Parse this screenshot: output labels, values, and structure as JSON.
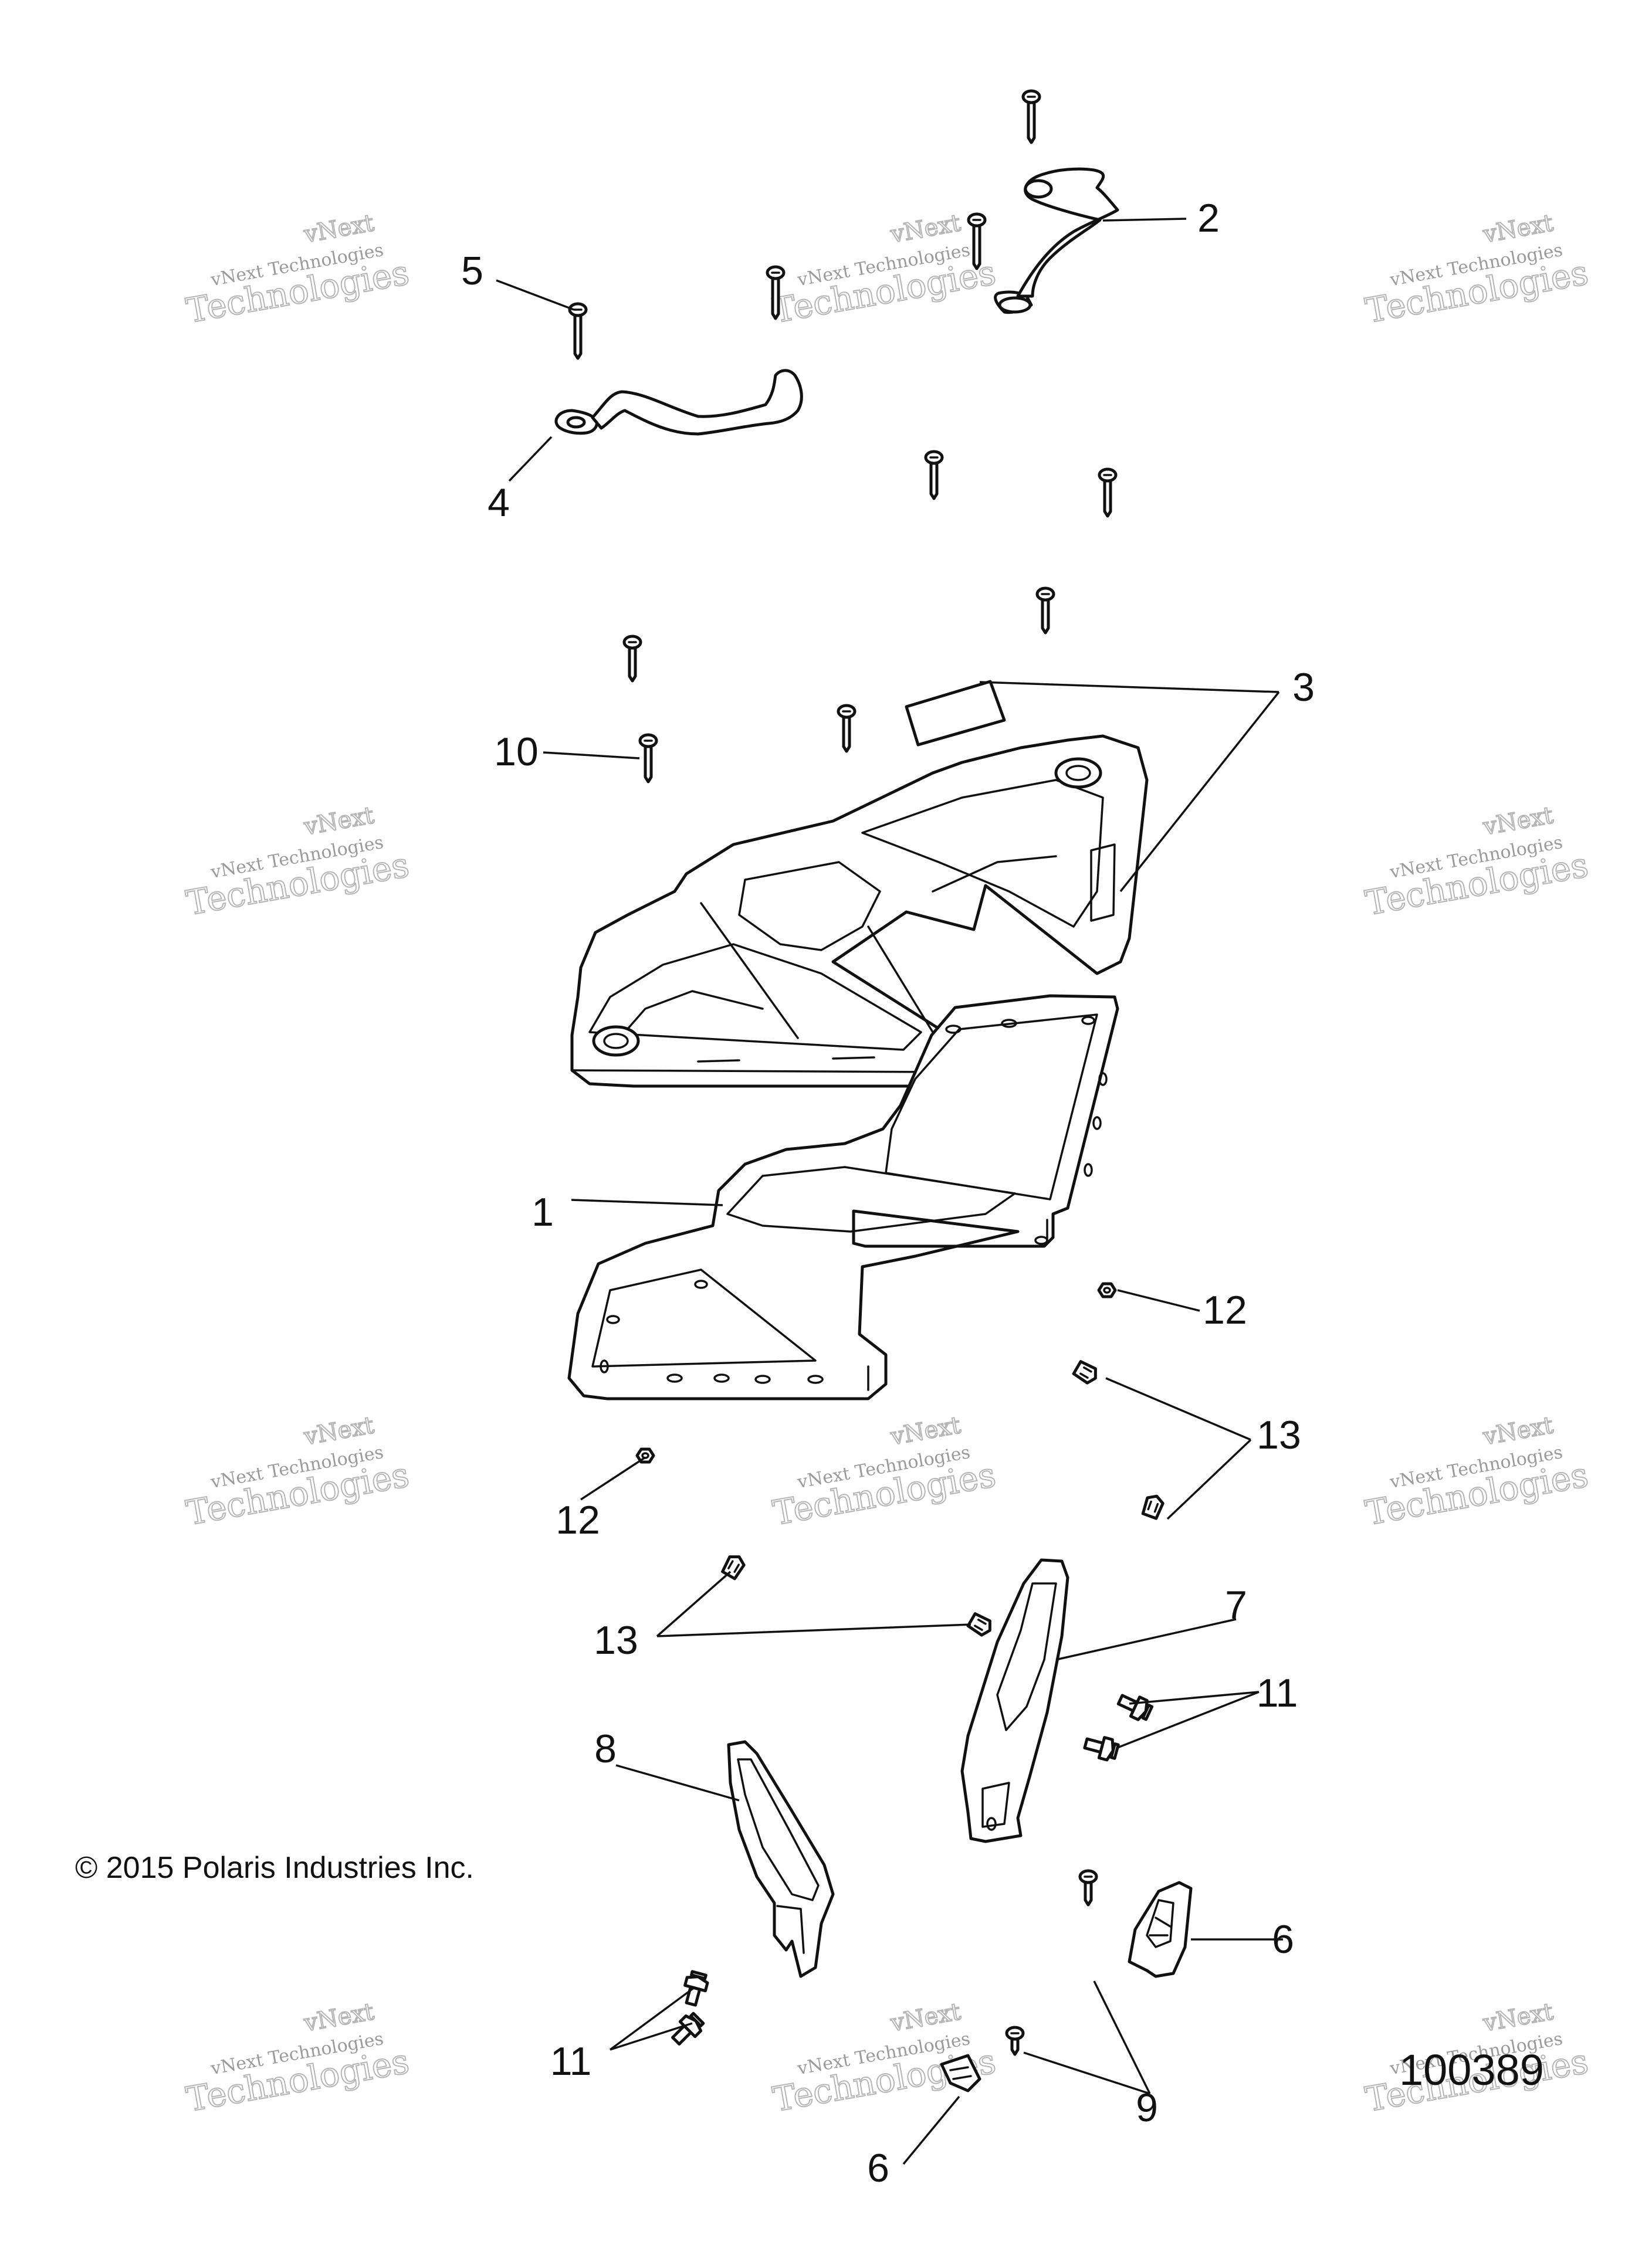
{
  "callouts": [
    "1",
    "2",
    "3",
    "4",
    "5",
    "6",
    "6",
    "7",
    "8",
    "9",
    "10",
    "11",
    "11",
    "12",
    "12",
    "13",
    "13"
  ],
  "copyright": "© 2015 Polaris Industries Inc.",
  "drawing_number": "100389",
  "watermark": {
    "line1": "vNext",
    "line2": "vNext Technologies",
    "line3": "Technologies"
  }
}
